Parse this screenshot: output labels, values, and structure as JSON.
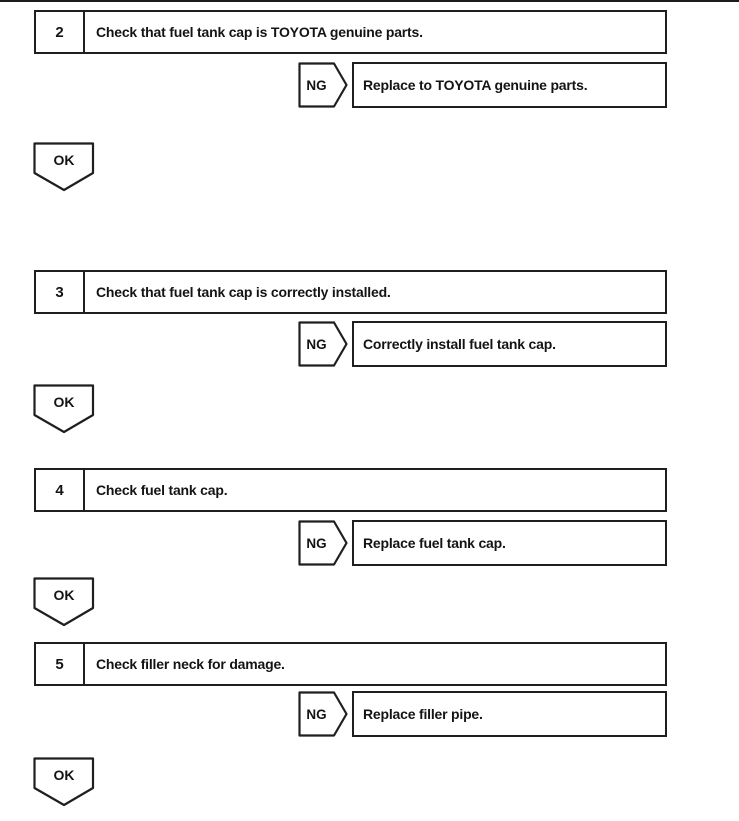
{
  "flowchart": {
    "ng_label": "NG",
    "ok_label": "OK",
    "colors": {
      "line": "#1f1f1f",
      "background": "#ffffff",
      "text": "#141414"
    },
    "steps": [
      {
        "number": "2",
        "instruction": "Check that fuel tank cap is TOYOTA genuine parts.",
        "ng_action": "Replace to TOYOTA genuine parts."
      },
      {
        "number": "3",
        "instruction": "Check that fuel tank cap is correctly installed.",
        "ng_action": "Correctly install fuel tank cap."
      },
      {
        "number": "4",
        "instruction": "Check fuel tank cap.",
        "ng_action": "Replace fuel tank cap."
      },
      {
        "number": "5",
        "instruction": "Check filler neck for damage.",
        "ng_action": "Replace filler pipe."
      }
    ]
  }
}
